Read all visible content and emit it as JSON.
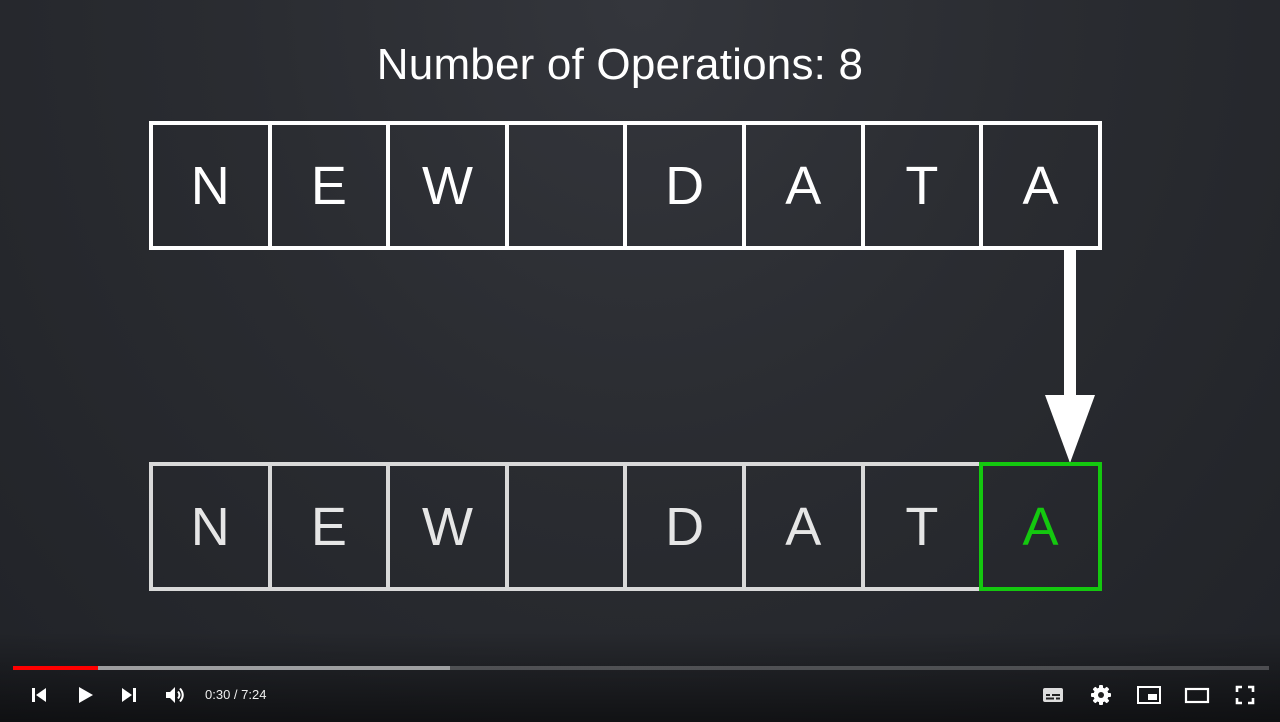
{
  "slide": {
    "title": "Number of Operations: 8",
    "top_row": [
      "N",
      "E",
      "W",
      "",
      "D",
      "A",
      "T",
      "A"
    ],
    "bottom_row": [
      "N",
      "E",
      "W",
      "",
      "D",
      "A",
      "T",
      "A"
    ],
    "highlighted_index": 7,
    "highlight_color": "#14c80f"
  },
  "player": {
    "time_display": "0:30 / 7:24",
    "progress_played": 0.068,
    "progress_buffered": 0.348,
    "progress_color": "#ff0000",
    "icons": {
      "previous": "previous-icon",
      "play": "play-icon",
      "next": "next-icon",
      "volume": "volume-icon",
      "subtitles": "subtitles-icon",
      "settings": "settings-icon",
      "miniplayer": "miniplayer-icon",
      "theater": "theater-mode-icon",
      "fullscreen": "fullscreen-icon"
    }
  }
}
